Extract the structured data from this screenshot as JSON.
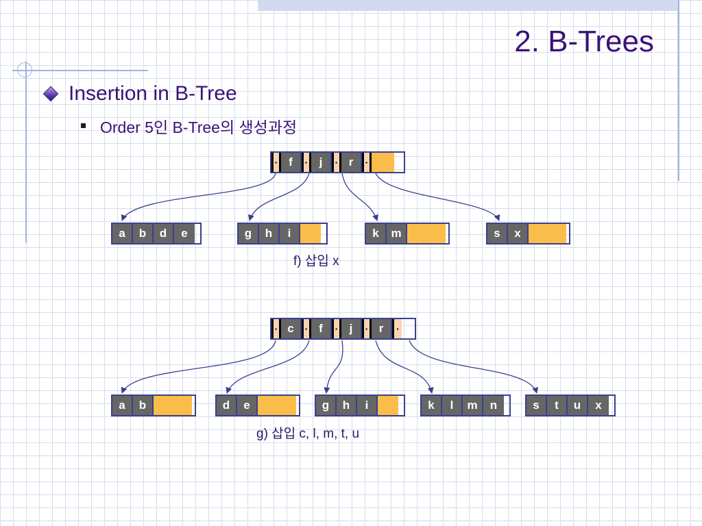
{
  "title": "2. B-Trees",
  "heading": "Insertion in B-Tree",
  "subheading": "Order 5인 B-Tree의 생성과정",
  "pointer_symbol": "·",
  "diagrams": {
    "f": {
      "caption": "f) 삽입 x",
      "root": [
        "f",
        "j",
        "r"
      ],
      "children": [
        [
          "a",
          "b",
          "d",
          "e"
        ],
        [
          "g",
          "h",
          "i"
        ],
        [
          "k",
          "m"
        ],
        [
          "s",
          "x"
        ]
      ]
    },
    "g": {
      "caption": "g) 삽입 c, l, m, t, u",
      "root": [
        "c",
        "f",
        "j",
        "r"
      ],
      "children": [
        [
          "a",
          "b"
        ],
        [
          "d",
          "e"
        ],
        [
          "g",
          "h",
          "i"
        ],
        [
          "k",
          "l",
          "m",
          "n"
        ],
        [
          "s",
          "t",
          "u",
          "x"
        ]
      ]
    }
  },
  "colors": {
    "title": "#3b1277",
    "key_fill": "#666666",
    "pointer_fill": "#f7d3b2",
    "empty_fill": "#fbbd49",
    "node_border": "#3a3f8f",
    "arrow": "#3a3f8f"
  }
}
